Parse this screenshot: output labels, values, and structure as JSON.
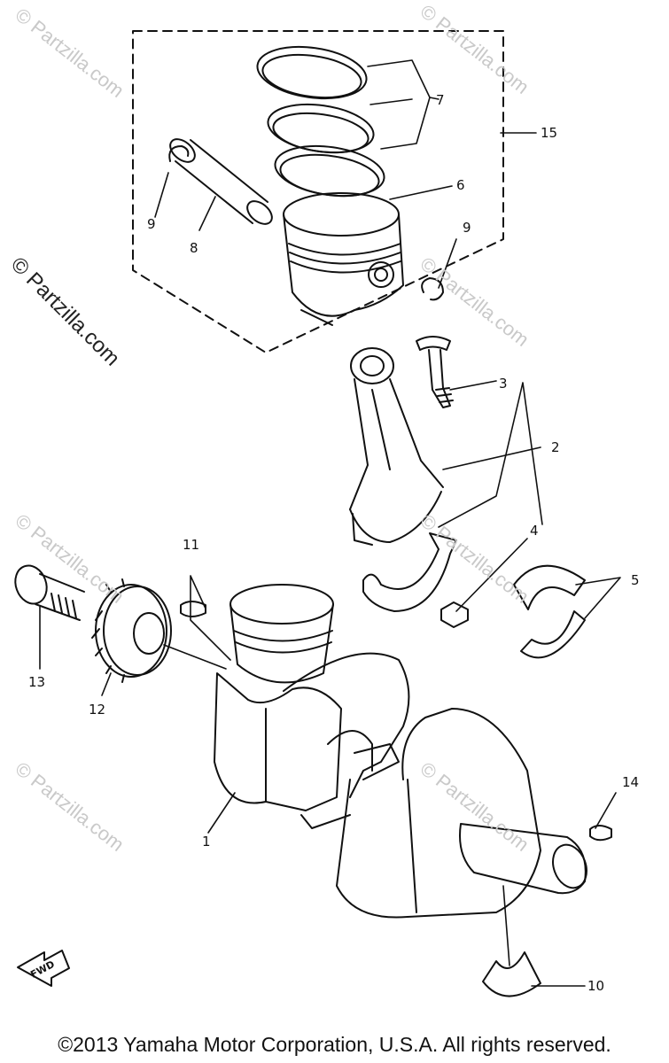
{
  "callouts": {
    "c1": "1",
    "c2": "2",
    "c3": "3",
    "c4": "4",
    "c5": "5",
    "c6": "6",
    "c7": "7",
    "c8": "8",
    "c9a": "9",
    "c9b": "9",
    "c10": "10",
    "c11": "11",
    "c12": "12",
    "c13": "13",
    "c14": "14",
    "c15": "15"
  },
  "fwd_label": "FWD",
  "watermark": "© Partzilla.com",
  "copyright": "©2013 Yamaha Motor Corporation, U.S.A. All rights reserved."
}
